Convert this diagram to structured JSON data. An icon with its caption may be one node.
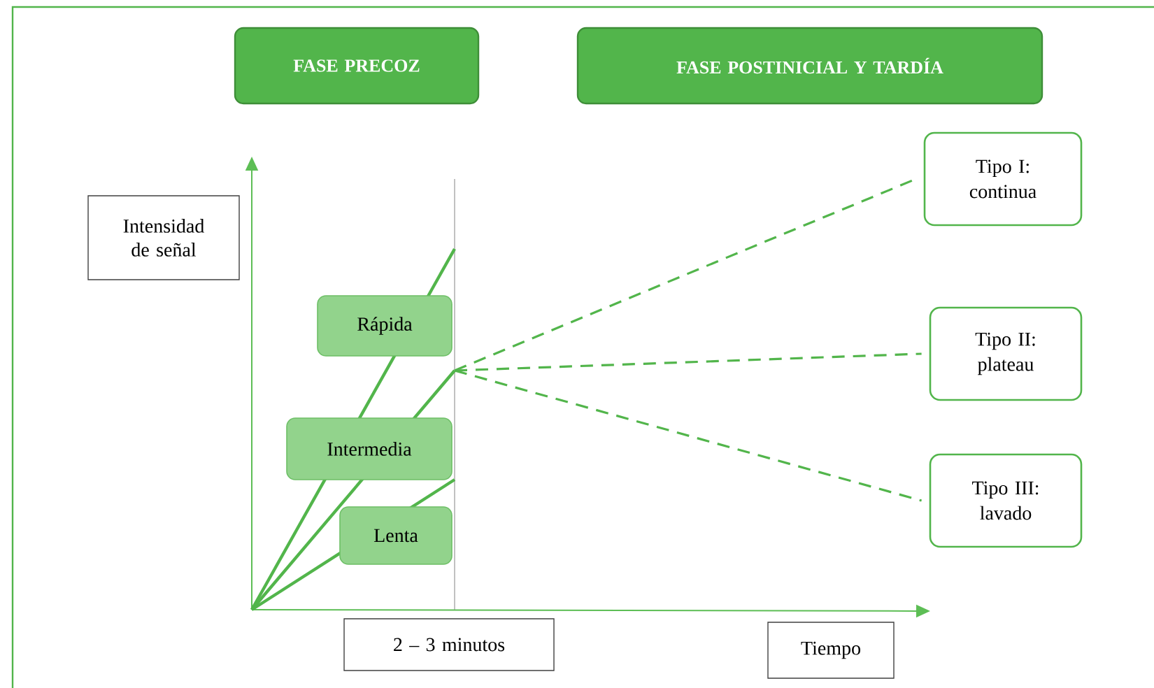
{
  "diagram": {
    "nodes": [
      {
        "text": [
          "FASE PRECOZ"
        ]
      },
      {
        "text": [
          "FASE POSTINICIAL Y TARDÍA"
        ]
      },
      {
        "text": [
          "Intensidad de señal"
        ]
      },
      {
        "text": [
          "Rápida"
        ]
      },
      {
        "text": [
          "Intermedia"
        ]
      },
      {
        "text": [
          "Lenta"
        ]
      },
      {
        "text": [
          "Tipo I: continua"
        ]
      },
      {
        "text": [
          "Tipo II: plateau"
        ]
      },
      {
        "text": [
          "Tipo III: lavado"
        ]
      },
      {
        "text": [
          "2 – 3 minutos"
        ]
      },
      {
        "text": [
          "Tiempo"
        ]
      }
    ],
    "edges": [
      {
        "from": null,
        "to": 6,
        "arrow": "none",
        "style": "dashed"
      },
      {
        "from": null,
        "to": 7,
        "arrow": "none",
        "style": "dashed"
      },
      {
        "from": null,
        "to": 8,
        "arrow": "none",
        "style": "dashed"
      },
      {
        "from": null,
        "to": 3,
        "arrow": "none"
      },
      {
        "from": null,
        "to": 4,
        "arrow": "none"
      },
      {
        "from": null,
        "to": 5,
        "arrow": "none"
      }
    ]
  }
}
